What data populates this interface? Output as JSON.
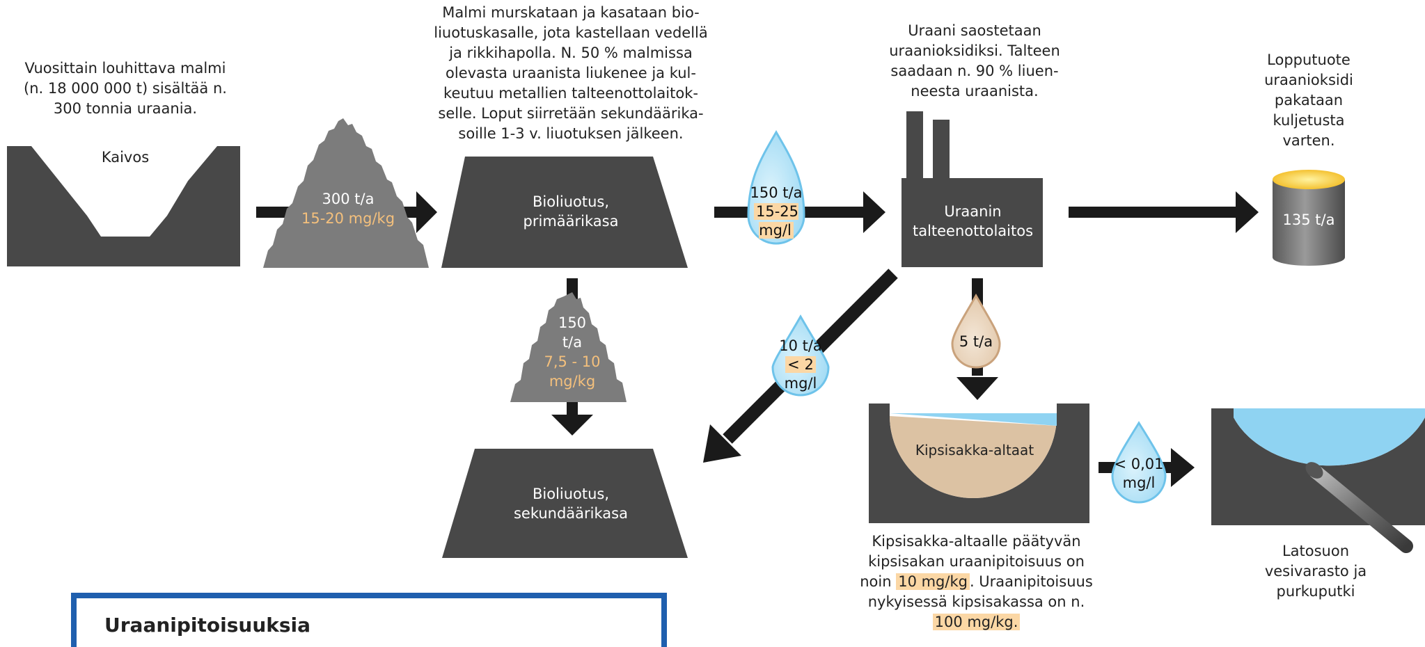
{
  "texts": {
    "mine_desc": [
      "Vuosittain louhittava malmi",
      "(n. 18 000 000 t) sisältää n.",
      "300 tonnia uraania."
    ],
    "crush_desc": [
      "Malmi murskataan ja kasataan bio-",
      "liuotuskasalle, jota kastellaan vedellä",
      "ja rikkihapolla. N. 50 % malmissa",
      "olevasta uraanista liukenee ja kul-",
      "keutuu metallien talteenottolaitok-",
      "selle. Loput siirretään sekundäärika-",
      "soille 1-3 v. liuotuksen jälkeen."
    ],
    "precip_desc": [
      "Uraani saostetaan",
      "uraanioksidiksi. Talteen",
      "saadaan n. 90 % liuen-",
      "neesta uraanista."
    ],
    "final_desc": [
      "Lopputuote",
      "uraanioksidi",
      "pakataan",
      "kuljetusta",
      "varten."
    ],
    "gypsum_desc": {
      "l1": "Kipsisakka-altaalle päätyvän",
      "l2": "kipsisakan uraanipitoisuus on",
      "l3a": "noin ",
      "l3b": "10 mg/kg",
      "l3c": ". Uraanipitoisuus",
      "l4": "nykyisessä kipsisakassa on n.",
      "l5": "100 mg/kg."
    },
    "lake_desc": [
      "Latosuon",
      "vesivarasto ja",
      "purkuputki"
    ]
  },
  "nodes": {
    "mine": "Kaivos",
    "ore_pile": {
      "flow": "300 t/a",
      "conc": "15-20 mg/kg"
    },
    "primary": [
      "Bioliuotus,",
      "primäärikasa"
    ],
    "secondary_pile": {
      "flow_a": "150",
      "flow_b": "t/a",
      "conc_a": "7,5 - 10",
      "conc_b": "mg/kg"
    },
    "secondary": [
      "Bioliuotus,",
      "sekundäärikasa"
    ],
    "plant": [
      "Uraanin",
      "talteenottolaitos"
    ],
    "drop_main": {
      "flow": "150 t/a",
      "conc": "15-25 mg/l"
    },
    "drop_back": {
      "flow": "10 t/a",
      "conc_a": "< 2",
      "conc_b": "mg/l"
    },
    "drop_gypsum": {
      "flow": "5 t/a"
    },
    "gypsum_pond": "Kipsisakka-altaat",
    "drop_out": {
      "conc_a": "< 0,01",
      "conc_b": "mg/l"
    },
    "barrel": "135 t/a"
  },
  "legend": {
    "title": "Uraanipitoisuuksia"
  },
  "colors": {
    "dark": "#484848",
    "arrow": "#1a1a1a",
    "pile": "#7c7c7c",
    "water": "#8fd3f2",
    "sludge": "#dcc2a3",
    "highlight": "#fbd7a5",
    "orange_text": "#f4c07c",
    "legend_border": "#1f5fae"
  }
}
